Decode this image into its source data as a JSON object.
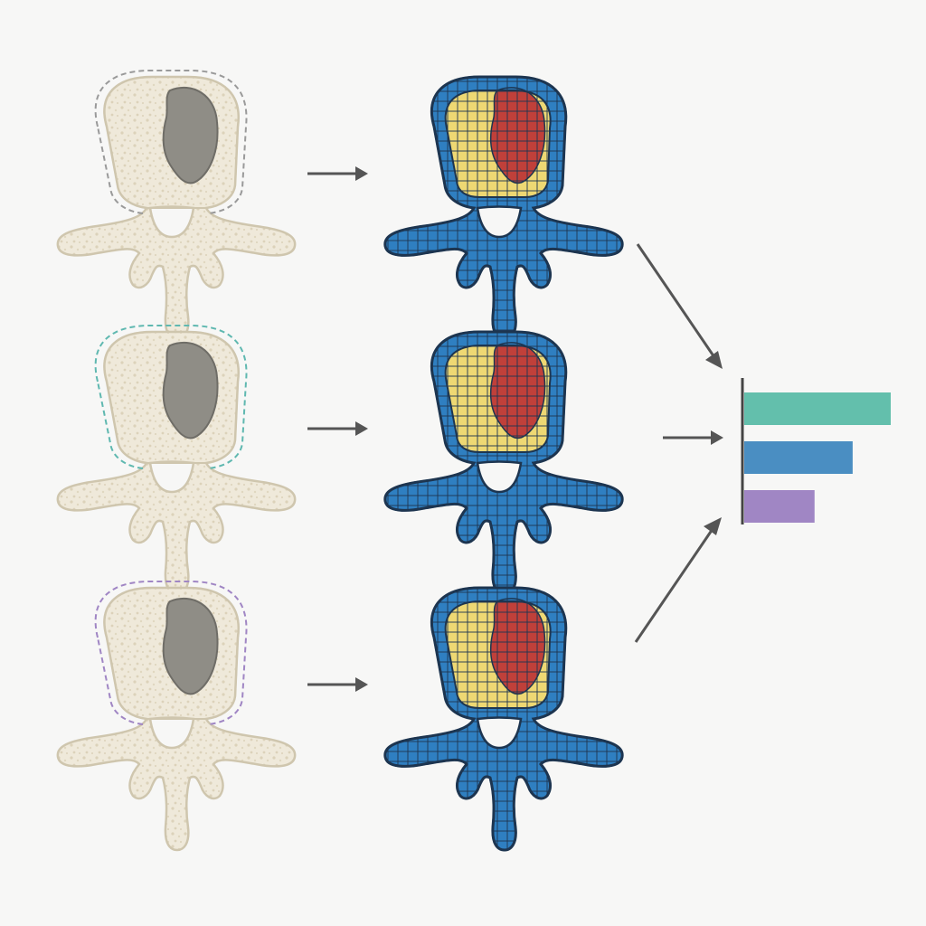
{
  "colors": {
    "background": "#f7f7f6",
    "bone_fill": "#efe9da",
    "bone_stroke": "#cfc6ae",
    "bone_texture": "#d9cfb6",
    "lesion_fill": "#8f8d86",
    "lesion_stroke": "#6f6d67",
    "mesh_cortical": "#2f7fc1",
    "mesh_cancellous": "#eed873",
    "mesh_lesion": "#c0403a",
    "mesh_lines": "#1d3550",
    "arrow": "#555555",
    "axis": "#444444"
  },
  "rows": [
    {
      "id": "row-1",
      "outline_style": "dashed",
      "outline_color": "#9a9a9a",
      "model_icon": "vertebra-ct-icon",
      "mesh_icon": "vertebra-fe-mesh-icon"
    },
    {
      "id": "row-2",
      "outline_style": "dashed",
      "outline_color": "#5fb8b0",
      "model_icon": "vertebra-ct-icon",
      "mesh_icon": "vertebra-fe-mesh-icon"
    },
    {
      "id": "row-3",
      "outline_style": "dashed",
      "outline_color": "#a086c4",
      "model_icon": "vertebra-ct-icon",
      "mesh_icon": "vertebra-fe-mesh-icon"
    }
  ],
  "chart_data": {
    "type": "bar",
    "orientation": "horizontal",
    "categories": [
      "",
      "",
      ""
    ],
    "series": [
      {
        "values": [
          1.0,
          0.74,
          0.48
        ],
        "colors": [
          "#63bfac",
          "#4a8ec2",
          "#a086c4"
        ]
      }
    ],
    "title": "",
    "xlabel": "",
    "ylabel": "",
    "xlim": [
      0,
      1.0
    ],
    "grid": false,
    "legend": "none"
  }
}
